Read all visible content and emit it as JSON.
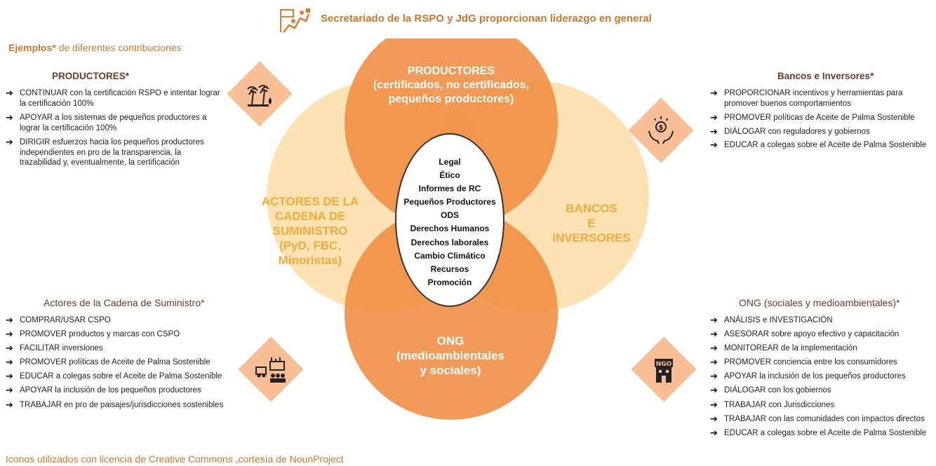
{
  "header": {
    "title": "Secretariado de la RSPO y JdG proporcionan liderazgo en general",
    "icon": "leadership-climb-icon"
  },
  "examples": {
    "bold": "Ejemplos*",
    "rest": " de diferentes contribuciones"
  },
  "colors": {
    "orange_dark": "#f08a3c",
    "orange_light": "#fbd796",
    "diamond": "#f8bf96",
    "header_text": "#c9782f",
    "title_brown": "#6a3b26",
    "light_label": "#f5ab3a"
  },
  "sections": {
    "growers": {
      "title": "PRODUCTORES*",
      "icon": "palm-oil-tree-icon",
      "items": [
        "CONTINUAR con la certificación RSPO e intentar lograr la certificación 100%",
        "APOYAR a los sistemas de pequeños productores a lograr la certificación 100%",
        "DIRIGIR esfuerzos hacia los pequeños productores independientes en pro de la transparencia, la trazabilidad y, eventualmente, la certificación"
      ]
    },
    "banks": {
      "title": "Bancos e Inversores*",
      "icon": "money-hands-icon",
      "items": [
        "PROPORCIONAR incentivos y herramientas para promover buenos comportamientos",
        "PROMOVER políticas de Aceite de Palma Sostenible",
        "DIÁLOGAR con reguladores y gobiernos",
        "EDUCAR a colegas sobre el Aceite de Palma Sostenible"
      ]
    },
    "supply": {
      "title": "Actores de la Cadena de Suministro*",
      "icon": "supply-chain-truck-icon",
      "items": [
        "COMPRAR/USAR CSPO",
        "PROMOVER productos y marcas con CSPO",
        "FACILITAR inversiones",
        "PROMOVER políticas de Aceite de Palma Sostenible",
        "EDUCAR a colegas sobre el Aceite de Palma Sostenible",
        "APOYAR la inclusión de los pequeños productores",
        "TRABAJAR en pro de paisajes/jurisdicciones sostenibles"
      ]
    },
    "ngo": {
      "title": "ONG (sociales y medioambientales)*",
      "icon": "ngo-building-icon",
      "icon_text": "NGO",
      "items": [
        "ANÁLISIS e INVESTIGACIÓN",
        "ASESORAR sobre apoyo efectivo y capacitación",
        "MONITOREAR de la implementación",
        "PROMOVER conciencia entre los consumidores",
        "APOYAR la inclusión de los pequeños productores",
        "DIÁLOGAR con los gobiernos",
        "TRABAJAR con Jurisdicciones",
        "TRABAJAR con las comunidades con impactos directos",
        "EDUCAR a colegas sobre el Aceite de Palma Sostenible"
      ]
    }
  },
  "venn": {
    "top": [
      "PRODUCTORES",
      "(certificados, no certificados,",
      "pequeños productores)"
    ],
    "left": [
      "ACTORES DE LA",
      "CADENA DE",
      "SUMINISTRO",
      "(PyD, FBC,",
      "Minoristas)"
    ],
    "right": [
      "BANCOS",
      "E",
      "INVERSORES"
    ],
    "bottom": [
      "ONG",
      "(medioambientales",
      "y sociales)"
    ],
    "center": [
      "Legal",
      "Ético",
      "Informes de RC",
      "Pequeños Productores",
      "ODS",
      "Derechos Humanos",
      "Derechos laborales",
      "Cambio Climático",
      "Recursos",
      "Promoción"
    ]
  },
  "arrow_glyph": "➔",
  "footer": "Iconos utilizados con licencia de Creative Commons ,cortesía de NounProject"
}
